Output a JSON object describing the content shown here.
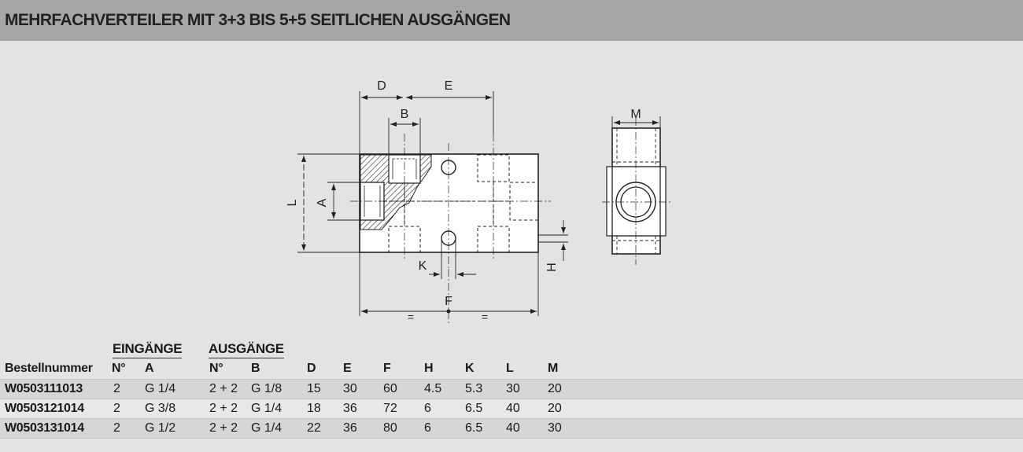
{
  "title": "MEHRFACHVERTEILER MIT 3+3 BIS 5+5 SEITLICHEN AUSGÄNGEN",
  "drawing": {
    "labels": {
      "D": "D",
      "E": "E",
      "B": "B",
      "M": "M",
      "L": "L",
      "A": "A",
      "K": "K",
      "H": "H",
      "F": "F",
      "eq1": "=",
      "eq2": "="
    }
  },
  "table": {
    "groups": {
      "inputs": "EINGÄNGE",
      "outputs": "AUSGÄNGE"
    },
    "headers": {
      "order": "Bestellnummer",
      "in_n": "N°",
      "in_a": "A",
      "out_n": "N°",
      "out_b": "B",
      "d": "D",
      "e": "E",
      "f": "F",
      "h": "H",
      "k": "K",
      "l": "L",
      "m": "M"
    },
    "rows": [
      {
        "order": "W0503111013",
        "in_n": "2",
        "in_a": "G 1/4",
        "out_n": "2 + 2",
        "out_b": "G 1/8",
        "d": "15",
        "e": "30",
        "f": "60",
        "h": "4.5",
        "k": "5.3",
        "l": "30",
        "m": "20"
      },
      {
        "order": "W0503121014",
        "in_n": "2",
        "in_a": "G 3/8",
        "out_n": "2 + 2",
        "out_b": "G 1/4",
        "d": "18",
        "e": "36",
        "f": "72",
        "h": "6",
        "k": "6.5",
        "l": "40",
        "m": "20"
      },
      {
        "order": "W0503131014",
        "in_n": "2",
        "in_a": "G 1/2",
        "out_n": "2 + 2",
        "out_b": "G 1/4",
        "d": "22",
        "e": "36",
        "f": "80",
        "h": "6",
        "k": "6.5",
        "l": "40",
        "m": "30"
      }
    ]
  }
}
